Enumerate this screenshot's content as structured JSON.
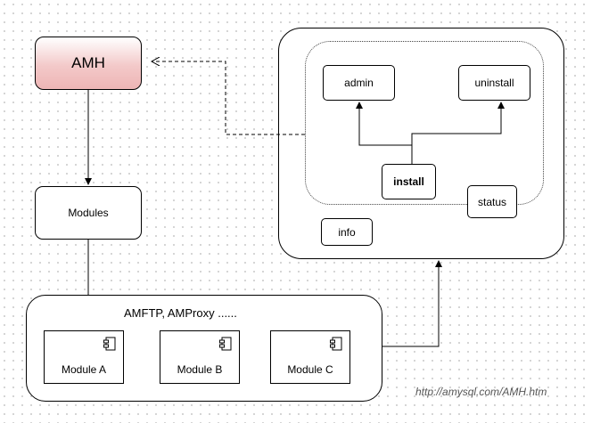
{
  "nodes": {
    "amh": "AMH",
    "modules": "Modules",
    "group_label": "AMFTP, AMProxy ......",
    "module_a": "Module A",
    "module_b": "Module B",
    "module_c": "Module C",
    "admin": "admin",
    "uninstall": "uninstall",
    "install": "install",
    "status": "status",
    "info": "info"
  },
  "url": "http://amysql.com/AMH.htm",
  "colors": {
    "amh_fill": "#eeb5b5",
    "stroke": "#000000",
    "grid_dot": "#d2d2d2"
  },
  "icons": [
    "component-icon"
  ]
}
